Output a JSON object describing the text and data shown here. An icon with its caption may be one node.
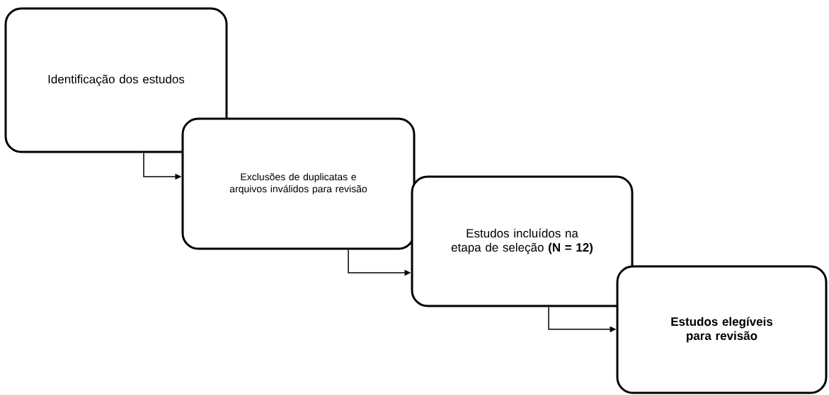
{
  "diagram": {
    "nodes": [
      {
        "text": [
          "Identificação dos estudos"
        ]
      },
      {
        "text": [
          "Exclusões de duplicatas e arquivos inválidos para revisão"
        ]
      },
      {
        "text": [
          "Estudos incluídos na etapa de seleção **(N = 12)**"
        ]
      },
      {
        "text": [
          "Estudos elegíveis para revisão"
        ]
      }
    ],
    "edges": [
      {
        "from": 0,
        "to": 1,
        "arrow": "to"
      },
      {
        "from": 1,
        "to": 2,
        "arrow": "to"
      },
      {
        "from": 2,
        "to": 3,
        "arrow": "to"
      }
    ]
  }
}
